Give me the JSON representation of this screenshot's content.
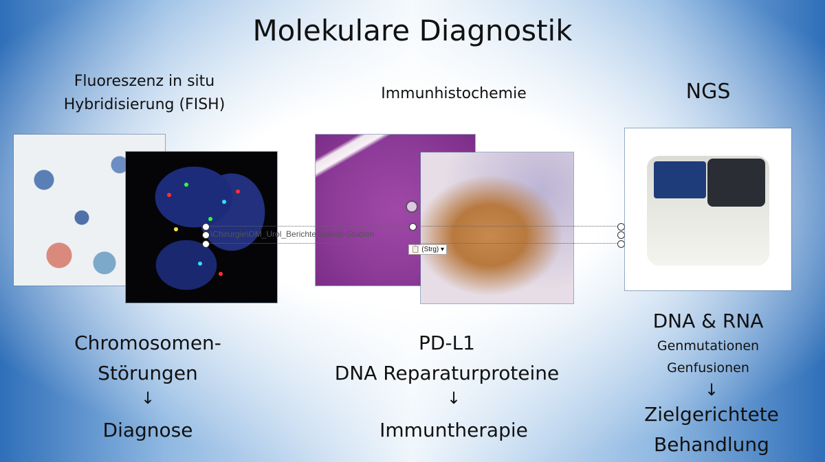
{
  "slide": {
    "title": "Molekulare Diagnostik",
    "left": {
      "heading_line1": "Fluoreszenz in situ",
      "heading_line2": "Hybridisierung (FISH)",
      "caption_line1": "Chromosomen-",
      "caption_line2": "Störungen",
      "arrow": "↓",
      "result": "Diagnose"
    },
    "center": {
      "heading": "Immunhistochemie",
      "caption_line1": "PD-L1",
      "caption_line2": "DNA Reparaturproteine",
      "arrow": "↓",
      "result": "Immuntherapie"
    },
    "right": {
      "heading": "NGS",
      "caption_line1": "DNA & RNA",
      "sub_line1": "Genmutationen",
      "sub_line2": "Genfusionen",
      "arrow": "↓",
      "result_line1": "Zielgerichtete",
      "result_line2": "Behandlung"
    }
  },
  "selection": {
    "path_text": "\\Chirurgie\\OM_Urol_Berichte\\Videos-Studien",
    "paste_options_label": "(Strg)"
  },
  "colors": {
    "edge_blue": "#2f6fb9",
    "ihc_brown": "#b8793f",
    "he_purple": "#8d3b98"
  }
}
